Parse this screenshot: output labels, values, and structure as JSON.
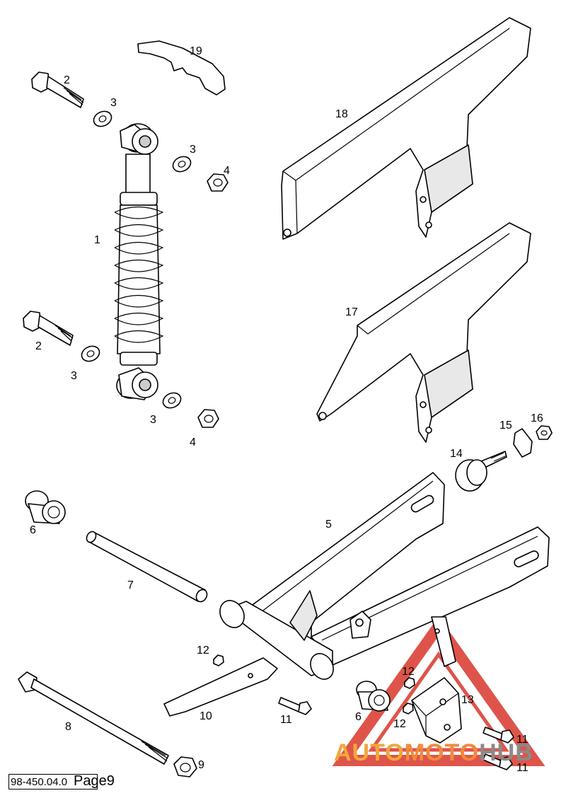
{
  "callouts": {
    "c1": "1",
    "c2a": "2",
    "c2b": "2",
    "c3a": "3",
    "c3b": "3",
    "c3c": "3",
    "c3d": "3",
    "c4a": "4",
    "c4b": "4",
    "c5": "5",
    "c6a": "6",
    "c6b": "6",
    "c7": "7",
    "c8": "8",
    "c9": "9",
    "c10": "10",
    "c11a": "11",
    "c11b": "11",
    "c11c": "11",
    "c12a": "12",
    "c12b": "12",
    "c12c": "12",
    "c13": "13",
    "c14": "14",
    "c15": "15",
    "c16": "16",
    "c17": "17",
    "c18": "18",
    "c19": "19"
  },
  "footer": {
    "doc_code": "98-450.04.0",
    "page_label": "Page9"
  },
  "watermark": {
    "part1": "AUTO",
    "part2": "MOTO",
    "part3": "HUB"
  },
  "colors": {
    "watermark_red": "#d9372b",
    "watermark_orange": "#f3a63b",
    "watermark_grey": "#8a8a8a"
  }
}
